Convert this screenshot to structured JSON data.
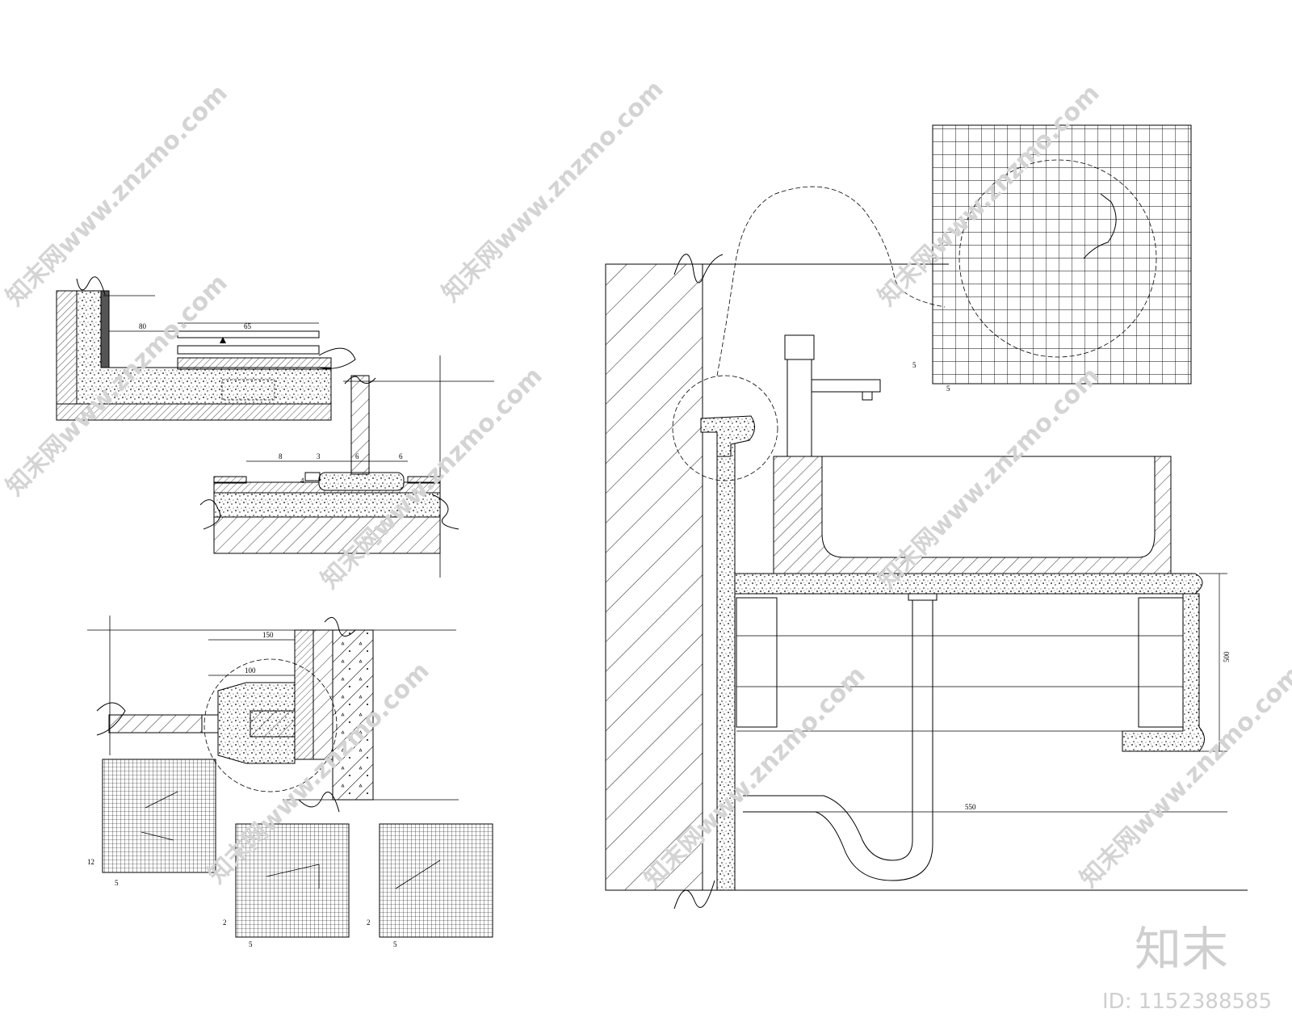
{
  "dimensions": {
    "d_80": "80",
    "d_65": "65",
    "d_8": "8",
    "d_3a": "3",
    "d_6a": "6",
    "d_6b": "6",
    "d_4": "4",
    "d_150": "150",
    "d_100": "100",
    "d_12": "12",
    "d_5a": "5",
    "d_2a": "2",
    "d_5b": "5",
    "d_2b": "2",
    "d_5c": "5",
    "d_5d": "5",
    "d_5e": "5",
    "d_500": "500",
    "d_550": "550"
  },
  "watermark": {
    "text": "知末网www.znzmo.com",
    "logo": "知末",
    "id": "ID: 1152388585"
  }
}
